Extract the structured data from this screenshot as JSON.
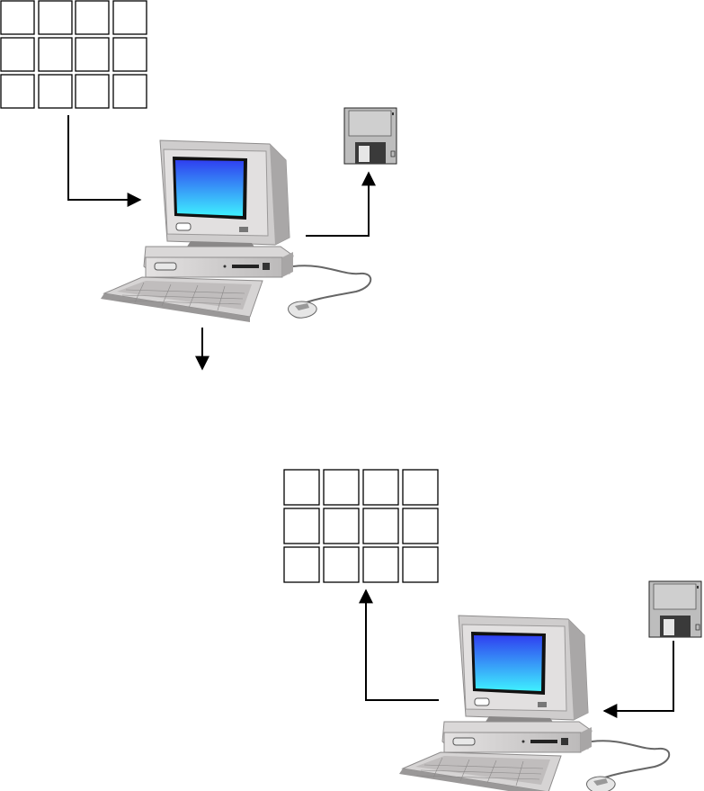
{
  "diagram": {
    "grids": [
      {
        "id": "top",
        "rows": 3,
        "cols": 4
      },
      {
        "id": "bottom",
        "rows": 3,
        "cols": 4
      }
    ],
    "computers": 2,
    "floppy_disks": 2,
    "colors": {
      "line": "#000000",
      "case": "#d4d2d2",
      "case_shadow": "#9e9c9c",
      "screen_top": "#2f3ff0",
      "screen_bottom": "#3ff0ff",
      "disk_body": "#bdbdbd",
      "disk_label": "#e6e6e6",
      "disk_shutter": "#3a3a3a"
    }
  }
}
